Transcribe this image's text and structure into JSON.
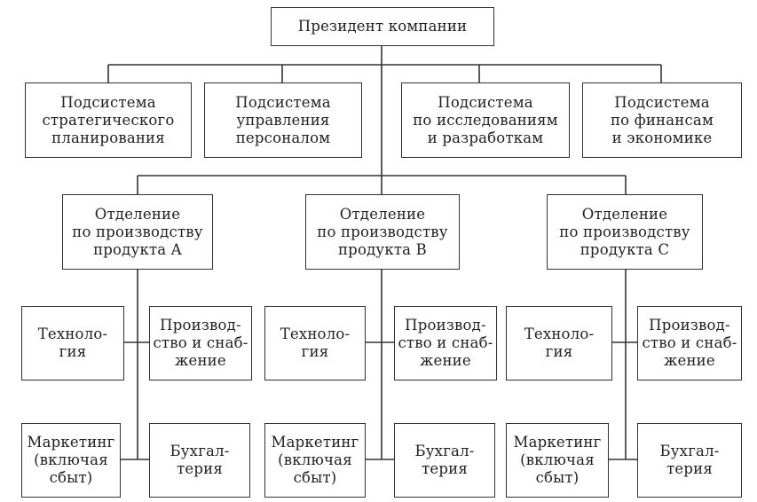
{
  "president": {
    "lines": [
      "Президент компании"
    ]
  },
  "subsystems": [
    {
      "lines": [
        "Подсистема",
        "стратегического",
        "планирования"
      ]
    },
    {
      "lines": [
        "Подсистема",
        "управления",
        "персоналом"
      ]
    },
    {
      "lines": [
        "Подсистема",
        "по исследованиям",
        "и разработкам"
      ]
    },
    {
      "lines": [
        "Подсистема",
        "по финансам",
        "и экономике"
      ]
    }
  ],
  "divisions": [
    {
      "lines": [
        "Отделение",
        "по производству",
        "продукта A"
      ],
      "units": {
        "technology": {
          "lines": [
            "Техноло-",
            "гия"
          ]
        },
        "production": {
          "lines": [
            "Производ-",
            "ство и снаб-",
            "жение"
          ]
        },
        "marketing": {
          "lines": [
            "Маркетинг",
            "(включая",
            "сбыт)"
          ]
        },
        "accounting": {
          "lines": [
            "Бухгал-",
            "терия"
          ]
        }
      }
    },
    {
      "lines": [
        "Отделение",
        "по производству",
        "продукта B"
      ],
      "units": {
        "technology": {
          "lines": [
            "Техноло-",
            "гия"
          ]
        },
        "production": {
          "lines": [
            "Производ-",
            "ство и снаб-",
            "жение"
          ]
        },
        "marketing": {
          "lines": [
            "Маркетинг",
            "(включая",
            "сбыт)"
          ]
        },
        "accounting": {
          "lines": [
            "Бухгал-",
            "терия"
          ]
        }
      }
    },
    {
      "lines": [
        "Отделение",
        "по производству",
        "продукта C"
      ],
      "units": {
        "technology": {
          "lines": [
            "Техноло-",
            "гия"
          ]
        },
        "production": {
          "lines": [
            "Производ-",
            "ство и снаб-",
            "жение"
          ]
        },
        "marketing": {
          "lines": [
            "Маркетинг",
            "(включая",
            "сбыт)"
          ]
        },
        "accounting": {
          "lines": [
            "Бухгал-",
            "терия"
          ]
        }
      }
    }
  ]
}
